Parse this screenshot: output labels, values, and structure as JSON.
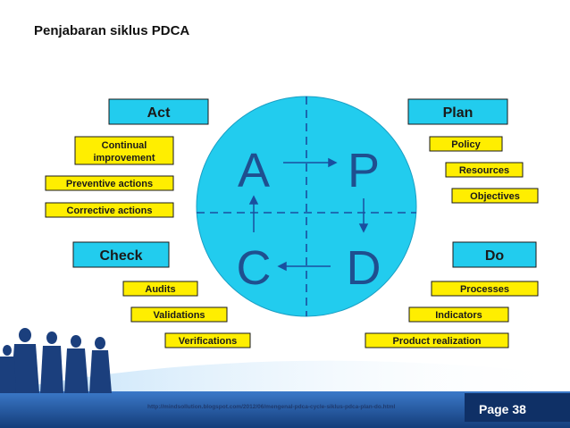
{
  "slide": {
    "title": "Penjabaran siklus PDCA",
    "footer_url": "http://mindsollution.blogspot.com/2012/06/mengenal-pdca-cycle-siklus-pdca-plan-do.html",
    "page_label": "Page 38"
  },
  "cycle": {
    "letters": {
      "a": "A",
      "p": "P",
      "c": "C",
      "d": "D"
    },
    "headers": {
      "act": "Act",
      "plan": "Plan",
      "check": "Check",
      "do": "Do"
    },
    "act_items": [
      "Continual",
      "improvement",
      "Preventive actions",
      "Corrective actions"
    ],
    "plan_items": [
      "Policy",
      "Resources",
      "Objectives"
    ],
    "check_items": [
      "Audits",
      "Validations",
      "Verifications"
    ],
    "do_items": [
      "Processes",
      "Indicators",
      "Product realization"
    ]
  },
  "colors": {
    "circle": "#22ccee",
    "header_box": "#22ccee",
    "item_box": "#ffee00",
    "letter": "#1f4f8f",
    "footer_bar": "#1e4f99"
  }
}
